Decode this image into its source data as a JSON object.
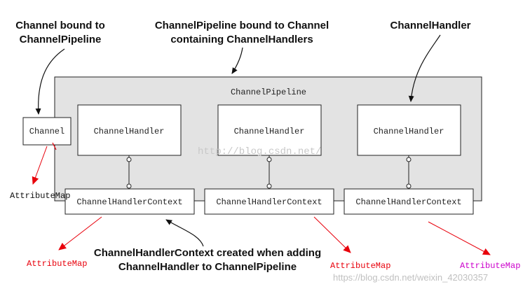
{
  "annotations": {
    "channel_bound_line1": "Channel bound to",
    "channel_bound_line2": "ChannelPipeline",
    "pipeline_bound_line1": "ChannelPipeline bound to Channel",
    "pipeline_bound_line2": "containing ChannelHandlers",
    "handler_label": "ChannelHandler",
    "context_created_line1": "ChannelHandlerContext created when adding",
    "context_created_line2": "ChannelHandler to ChannelPipeline"
  },
  "pipeline": {
    "label": "ChannelPipeline"
  },
  "channel": {
    "label": "Channel"
  },
  "handlers": [
    "ChannelHandler",
    "ChannelHandler",
    "ChannelHandler"
  ],
  "contexts": [
    "ChannelHandlerContext",
    "ChannelHandlerContext",
    "ChannelHandlerContext"
  ],
  "attribute_maps": {
    "channel": "AttributeMap",
    "context_1": "AttributeMap",
    "context_2": "AttributeMap",
    "context_3": "AttributeMap"
  },
  "watermarks": {
    "center": "http://blog.csdn.net/",
    "bottom_right": "https://blog.csdn.net/weixin_42030357"
  },
  "colors": {
    "pipeline_fill": "#e3e3e3",
    "red": "#e8000b",
    "magenta": "#cc00cc",
    "box_stroke": "#222222"
  }
}
